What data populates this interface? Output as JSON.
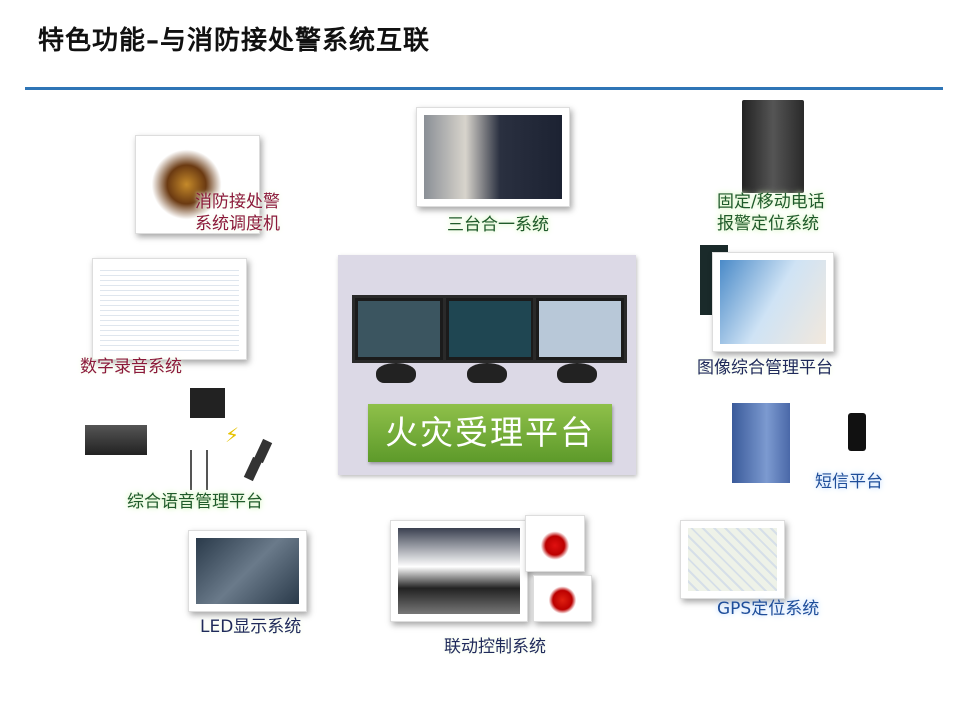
{
  "title": "特色功能–与消防接处警系统互联",
  "colors": {
    "accent_rule": "#2e75b6",
    "center_button": "#6ea834",
    "panel_bg": "#dcd9e6"
  },
  "center": {
    "button_label": "火灾受理平台"
  },
  "nodes": {
    "dispatch": {
      "line1": "消防接处警",
      "line2": "系统调度机"
    },
    "three_in_one": {
      "label": "三台合一系统"
    },
    "phone_locate": {
      "line1": "固定/移动电话",
      "line2": "报警定位系统"
    },
    "recording": {
      "label": "数字录音系统"
    },
    "image_mgmt": {
      "label": "图像综合管理平台"
    },
    "voice_mgmt": {
      "label": "综合语音管理平台"
    },
    "sms": {
      "label": "短信平台"
    },
    "led": {
      "label": "LED显示系统"
    },
    "linkage": {
      "label": "联动控制系统"
    },
    "gps": {
      "label": "GPS定位系统"
    }
  }
}
